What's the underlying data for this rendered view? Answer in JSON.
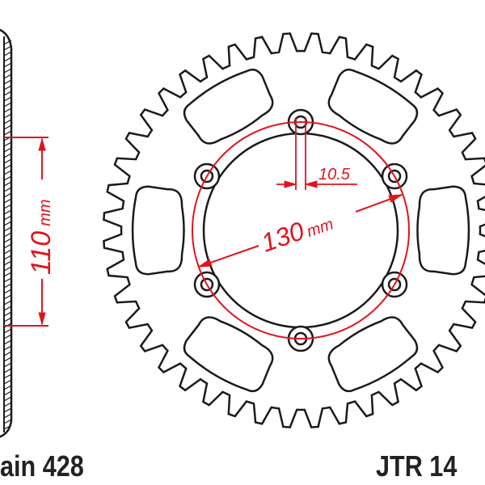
{
  "colors": {
    "outline": "#1a1a1a",
    "dimension": "#e0141e",
    "background": "#ffffff"
  },
  "dimensions": {
    "side_height_value": "110",
    "side_height_unit": "mm",
    "bolt_circle_value": "130",
    "bolt_circle_unit": "mm",
    "bolt_hole_value": "10.5"
  },
  "labels": {
    "chain": "ain 428",
    "part_number": "JTR 14"
  }
}
